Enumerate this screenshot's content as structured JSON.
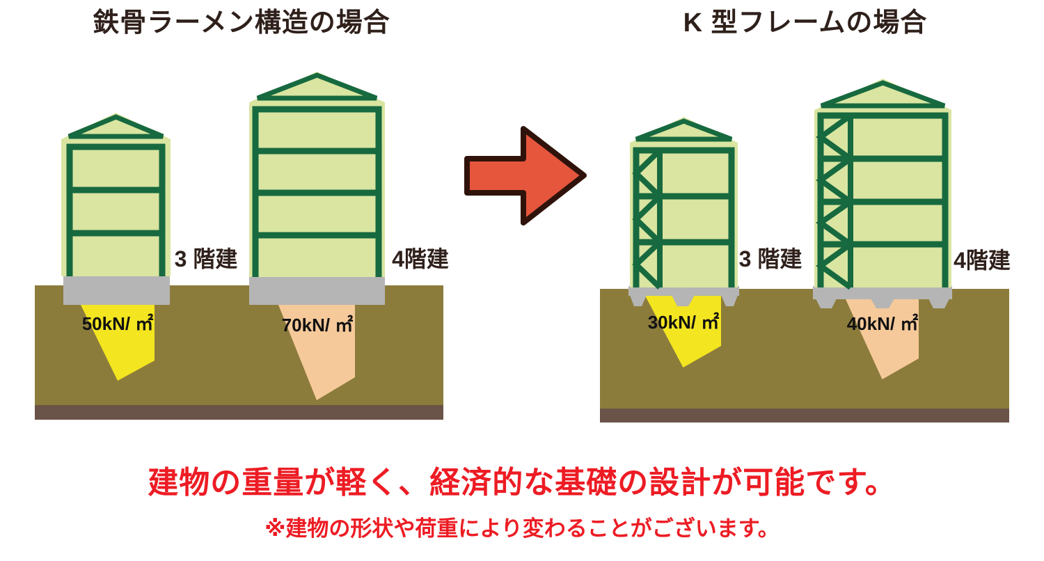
{
  "colors": {
    "background": "#ffffff",
    "title_text": "#2f201b",
    "building_fill": "#d9e5a1",
    "frame_green": "#17693f",
    "foundation_gray": "#b5b5b5",
    "ground_olive": "#8c7c3c",
    "ground_dark": "#6a5348",
    "load_yellow": "#f3e520",
    "load_peach": "#f6c99a",
    "arrow_red": "#e6563d",
    "arrow_red_outline": "#2f130b",
    "highlight_red": "#ed1c24"
  },
  "left_section": {
    "title": "鉄骨ラーメン構造の場合",
    "buildings": [
      {
        "stories": 3,
        "stories_label": "3 階建",
        "load_label": "50kN/ ㎡",
        "load_kn_per_m2": 50
      },
      {
        "stories": 4,
        "stories_label": "4階建",
        "load_label": "70kN/ ㎡",
        "load_kn_per_m2": 70
      }
    ]
  },
  "right_section": {
    "title": "K 型フレームの場合",
    "buildings": [
      {
        "stories": 3,
        "stories_label": "3 階建",
        "load_label": "30kN/ ㎡",
        "load_kn_per_m2": 30
      },
      {
        "stories": 4,
        "stories_label": "4階建",
        "load_label": "40kN/ ㎡",
        "load_kn_per_m2": 40
      }
    ]
  },
  "transform_arrow": {
    "icon": "right-arrow"
  },
  "footer": {
    "main_text": "建物の重量が軽く、経済的な基礎の設計が可能です。",
    "note_text": "※建物の形状や荷重により変わることがございます。"
  }
}
